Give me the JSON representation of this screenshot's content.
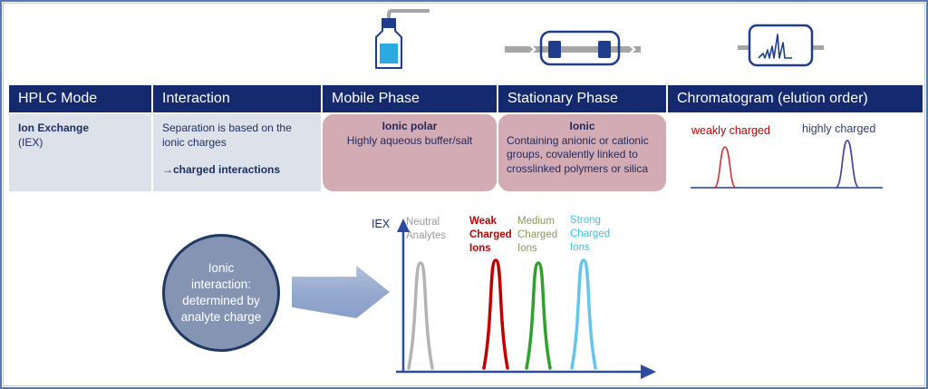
{
  "colors": {
    "header_bg": "#152a6e",
    "cell_gray": "#dde1e9",
    "cell_pink": "#d2abb4",
    "text_navy": "#1b2f66",
    "circle_fill": "#8494b2",
    "circle_border": "#1f3864",
    "arrow_fill": "#94a8ce",
    "liquid_blue": "#29abe2",
    "peak_weak_red": "#c00000",
    "peak_high_purple": "#4343a3"
  },
  "icons": {
    "bottle": "mobile-phase-bottle-icon",
    "column": "hplc-column-icon",
    "chromatogram": "chromatogram-trace-icon"
  },
  "table": {
    "headers": [
      "HPLC Mode",
      "Interaction",
      "Mobile Phase",
      "Stationary Phase",
      "Chromatogram (elution order)"
    ],
    "row": {
      "mode_name": "Ion Exchange",
      "mode_abbr": "(IEX)",
      "interaction_text": "Separation is based on the ionic charges",
      "interaction_note": "→charged interactions",
      "mobile_phase_title": "Ionic polar",
      "mobile_phase_body": "Highly aqueous buffer/salt",
      "stationary_phase_title": "Ionic",
      "stationary_phase_body": "Containing anionic or cationic groups, covalently linked to crosslinked polymers or silica",
      "chromatogram_label_left": "weakly charged",
      "chromatogram_label_right": "highly charged"
    }
  },
  "diagram": {
    "circle_text": "Ionic interaction: determined by analyte charge",
    "axis_label": "IEX",
    "peak_labels": [
      {
        "label": "Neutral Analytes",
        "color": "#9a9a9a"
      },
      {
        "label": "Weak Charged Ions",
        "color": "#c00000"
      },
      {
        "label": "Medium Charged Ions",
        "color": "#8a9a5b"
      },
      {
        "label": "Strong Charged Ions",
        "color": "#35c5e5"
      }
    ]
  },
  "chart_data": [
    {
      "type": "line",
      "title": "Chromatogram (elution order)",
      "series": [
        {
          "name": "weakly charged",
          "elution_order": 1,
          "color": "#c00000"
        },
        {
          "name": "highly charged",
          "elution_order": 2,
          "color": "#4343a3"
        }
      ]
    },
    {
      "type": "line",
      "title": "IEX elution by analyte charge",
      "ylabel": "IEX",
      "series": [
        {
          "name": "Neutral Analytes",
          "elution_order": 1,
          "color": "#b3b3b3"
        },
        {
          "name": "Weak Charged Ions",
          "elution_order": 2,
          "color": "#c00000"
        },
        {
          "name": "Medium Charged Ions",
          "elution_order": 3,
          "color": "#2fa12f"
        },
        {
          "name": "Strong Charged Ions",
          "elution_order": 4,
          "color": "#66c5ee"
        }
      ]
    }
  ]
}
